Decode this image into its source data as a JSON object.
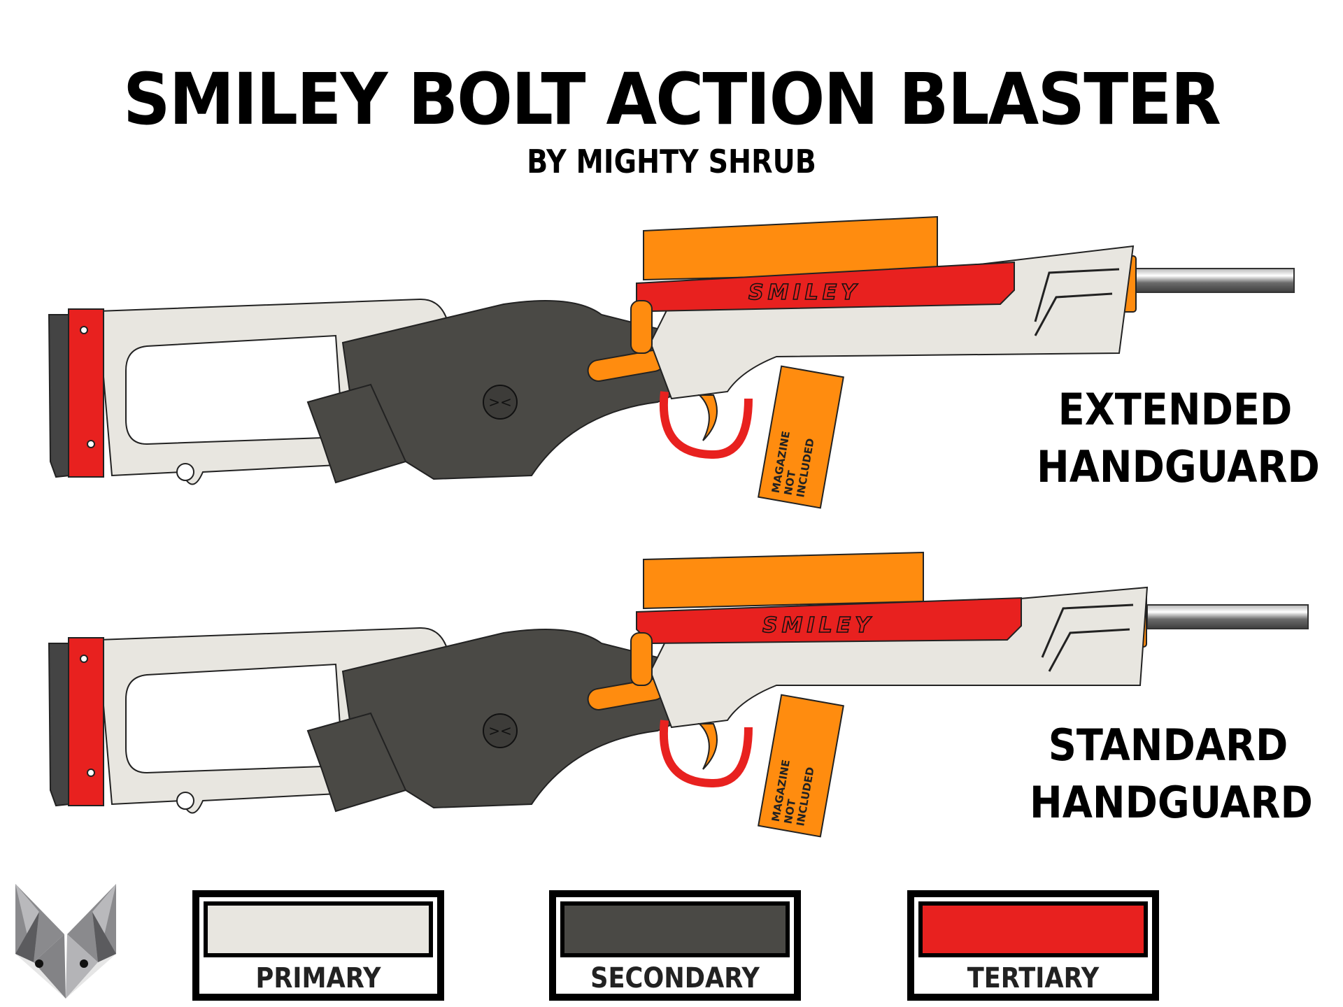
{
  "header": {
    "title": "SMILEY BOLT ACTION BLASTER",
    "subtitle": "BY MIGHTY SHRUB"
  },
  "variants": [
    {
      "label_line1": "EXTENDED",
      "label_line2": "HANDGUARD",
      "handguard": "extended"
    },
    {
      "label_line1": "STANDARD",
      "label_line2": "HANDGUARD",
      "handguard": "standard"
    }
  ],
  "blaster_markings": {
    "brand_text": "SMILEY",
    "magazine_line1": "MAGAZINE",
    "magazine_line2": "NOT",
    "magazine_line3": "INCLUDED"
  },
  "colors": {
    "primary": "#e8e6e0",
    "secondary": "#4a4945",
    "tertiary": "#e8211f",
    "accent_orange": "#ff8c0f",
    "barrel": "#7a7a7a"
  },
  "legend": {
    "swatches": [
      {
        "label": "PRIMARY",
        "color": "#e8e6e0"
      },
      {
        "label": "SECONDARY",
        "color": "#4a4945"
      },
      {
        "label": "TERTIARY",
        "color": "#e8211f"
      }
    ]
  },
  "logo": {
    "icon": "fox-head-icon"
  }
}
